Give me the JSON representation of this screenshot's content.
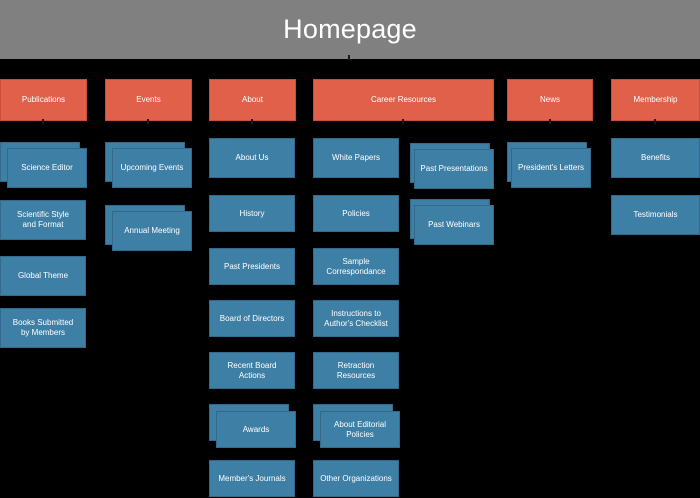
{
  "diagram": {
    "type": "sitemap",
    "title": "Homepage",
    "background_color": "#000000",
    "header_color": "#808080",
    "category_color": "#e0604a",
    "leaf_color": "#3e7fa5",
    "text_color": "#ffffff"
  },
  "root": {
    "label": "Homepage"
  },
  "categories": [
    {
      "id": "publications",
      "label": "Publications"
    },
    {
      "id": "events",
      "label": "Events"
    },
    {
      "id": "about",
      "label": "About"
    },
    {
      "id": "career-resources",
      "label": "Career Resources"
    },
    {
      "id": "news",
      "label": "News"
    },
    {
      "id": "membership",
      "label": "Membership"
    }
  ],
  "children": {
    "publications": [
      {
        "label": "Science Editor",
        "stacked": true
      },
      {
        "label": "Scientific Style\nand Format",
        "stacked": false
      },
      {
        "label": "Global Theme",
        "stacked": false
      },
      {
        "label": "Books Submitted\nby Members",
        "stacked": false
      }
    ],
    "events": [
      {
        "label": "Upcoming Events",
        "stacked": true
      },
      {
        "label": "Annual Meeting",
        "stacked": true
      }
    ],
    "about": [
      {
        "label": "About Us",
        "stacked": false
      },
      {
        "label": "History",
        "stacked": false
      },
      {
        "label": "Past Presidents",
        "stacked": false
      },
      {
        "label": "Board of Directors",
        "stacked": false
      },
      {
        "label": "Recent Board Actions",
        "stacked": false
      },
      {
        "label": "Awards",
        "stacked": true
      },
      {
        "label": "Member's Journals",
        "stacked": false
      }
    ],
    "career-resources-col1": [
      {
        "label": "White Papers",
        "stacked": false
      },
      {
        "label": "Policies",
        "stacked": false
      },
      {
        "label": "Sample\nCorrespondance",
        "stacked": false
      },
      {
        "label": "Instructions to\nAuthor's Checklist",
        "stacked": false
      },
      {
        "label": "Retraction Resources",
        "stacked": false
      },
      {
        "label": "About Editorial\nPolicies",
        "stacked": true
      },
      {
        "label": "Other Organizations",
        "stacked": false
      }
    ],
    "career-resources-col2": [
      {
        "label": "Past Presentations",
        "stacked": true
      },
      {
        "label": "Past Webinars",
        "stacked": true
      }
    ],
    "news": [
      {
        "label": "President's Letters",
        "stacked": true
      }
    ],
    "membership": [
      {
        "label": "Benefits",
        "stacked": false
      },
      {
        "label": "Testimonials",
        "stacked": false
      }
    ]
  }
}
